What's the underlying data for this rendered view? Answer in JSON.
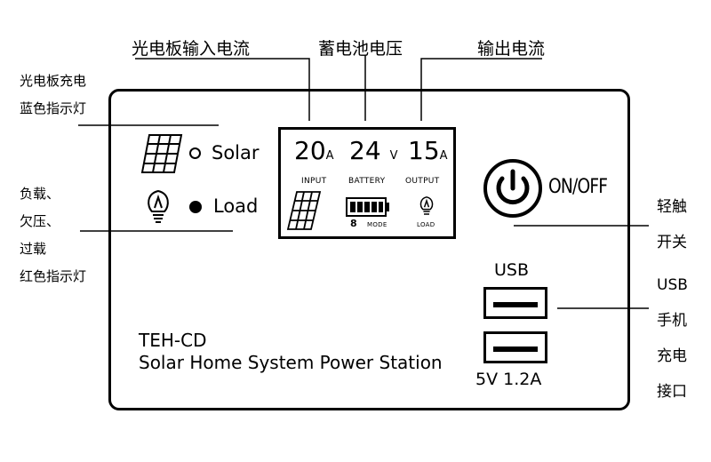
{
  "callouts": {
    "solar_input_current": "光电板输入电流",
    "battery_voltage": "蓄电池电压",
    "output_current": "输出电流",
    "solar_charge_led": [
      "光电板充电",
      "蓝色指示灯"
    ],
    "fault_led": [
      "负载、",
      "欠压、",
      "过载",
      "红色指示灯"
    ],
    "touch_switch": [
      "轻触",
      "开关"
    ],
    "usb_port": [
      "USB",
      "手机",
      "充电",
      "接口"
    ]
  },
  "indicators": {
    "solar_label": "Solar",
    "load_label": "Load"
  },
  "lcd": {
    "input": {
      "value": "20",
      "unit": "A",
      "label": "INPUT"
    },
    "battery": {
      "value": "24",
      "unit": "V",
      "label": "BATTERY"
    },
    "output": {
      "value": "15",
      "unit": "A",
      "label": "OUTPUT"
    },
    "mode_label": "MODE",
    "load_label": "LOAD",
    "mode_digit": "8"
  },
  "power_button": {
    "label": "ON/OFF"
  },
  "usb": {
    "top_label": "USB",
    "bottom_label": "5V 1.2A"
  },
  "device": {
    "model": "TEH-CD",
    "name": "Solar Home System Power Station"
  }
}
